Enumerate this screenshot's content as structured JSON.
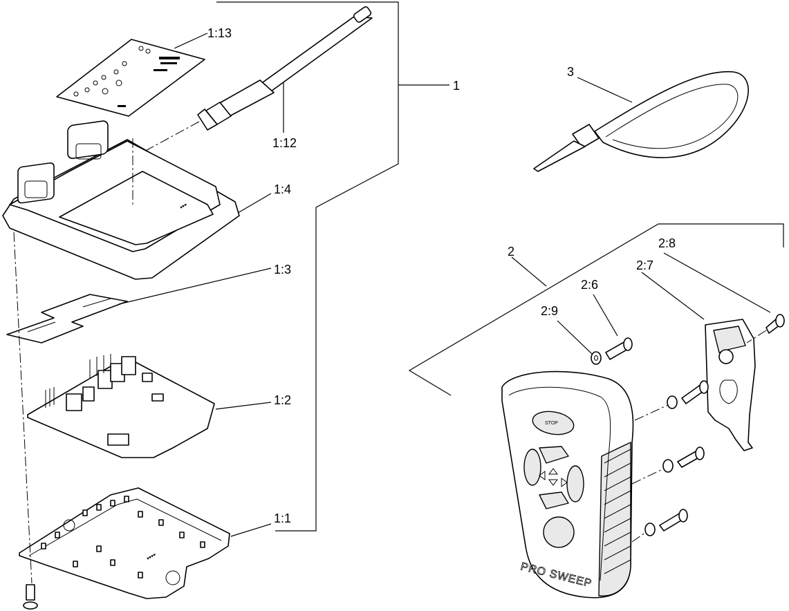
{
  "callouts": {
    "c1": "1",
    "c1_1": "1:1",
    "c1_2": "1:2",
    "c1_3": "1:3",
    "c1_4": "1:4",
    "c1_12": "1:12",
    "c1_13": "1:13",
    "c2": "2",
    "c2_6": "2:6",
    "c2_7": "2:7",
    "c2_8": "2:8",
    "c2_9": "2:9",
    "c3": "3"
  },
  "remote": {
    "brand_text": "PRO SWEEP",
    "stop_label": "STOP"
  }
}
